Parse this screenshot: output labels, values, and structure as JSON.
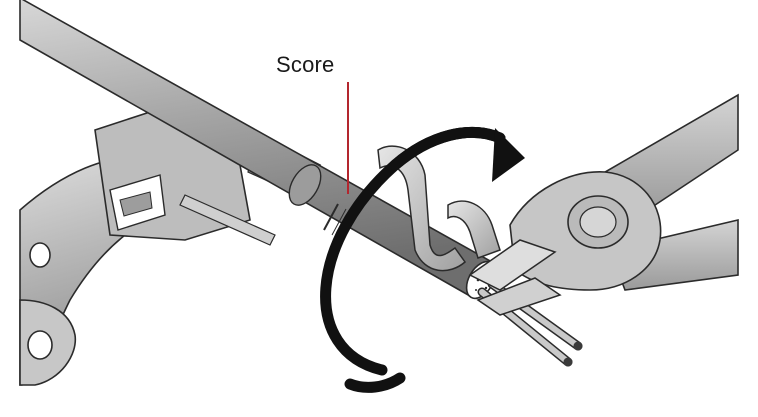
{
  "figure": {
    "callout_label": "Score",
    "parts": {
      "tool_left": "cable-stripping-tool",
      "cable": "jacketed-cable",
      "cutter": "diagonal-cutter",
      "rotation": "rotation-arrow-icon",
      "jacket_strip": "peeled-jacket-strip",
      "conductors": "inner-conductors"
    },
    "colors": {
      "tool_metal": "#b8b8b8",
      "tool_dark": "#8a8a8a",
      "cable": "#a8a8a8",
      "arrow": "#111111",
      "score_line": "#b3262e",
      "outline": "#2b2b2b"
    }
  }
}
